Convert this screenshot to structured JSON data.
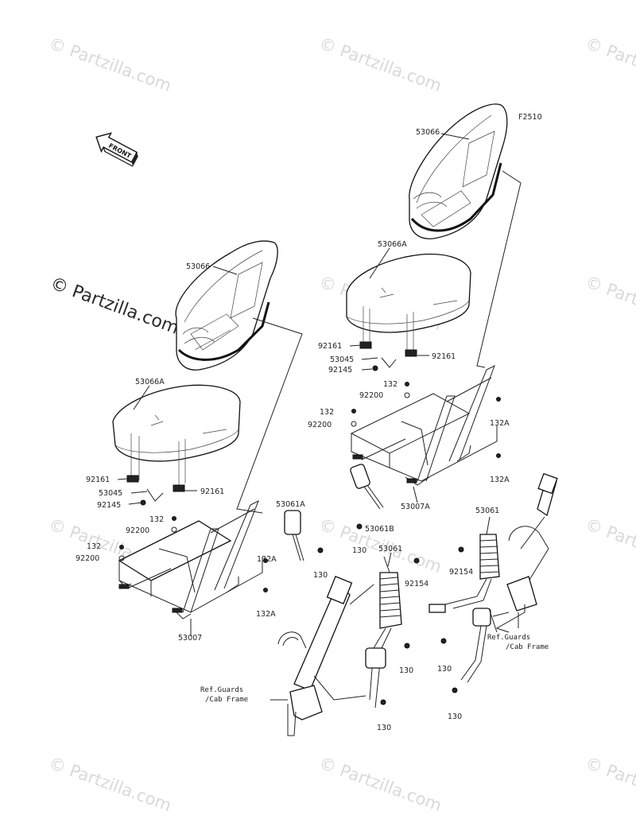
{
  "figure_code": "F2510",
  "front_label": "FRONT",
  "watermark_text": "© Partzilla.com",
  "watermark_small": "© Partzilla.com",
  "callouts": {
    "seatback_left": "53066",
    "seatback_right": "53066",
    "cushion_left": "53066A",
    "cushion_right": "53066A",
    "grommet_left_a": "92161",
    "grommet_left_b": "92161",
    "grommet_right_a": "92161",
    "grommet_right_b": "92161",
    "latch_left": "53045",
    "latch_right": "53045",
    "clip_left": "92145",
    "clip_right": "92145",
    "bolt132_left_a": "132",
    "bolt132_left_b": "132",
    "bolt132_right_a": "132",
    "bolt132_right_b": "132",
    "washer_left_a": "92200",
    "washer_left_b": "92200",
    "washer_right_a": "92200",
    "washer_right_b": "92200",
    "bolt132A_left_a": "132A",
    "bolt132A_left_b": "132A",
    "bolt132A_right_a": "132A",
    "bolt132A_right_b": "132A",
    "frame_left": "53007",
    "frame_right": "53007A",
    "buckle_left": "53061A",
    "buckle_right": "53061B",
    "belt_center": "53061",
    "belt_right": "53061",
    "bolt130_a": "130",
    "bolt130_b": "130",
    "bolt130_c": "130",
    "bolt130_d": "130",
    "bolt130_e": "130",
    "bolt130_f": "130",
    "nut_center": "92154",
    "nut_right": "92154"
  },
  "ref_left": {
    "line1": "Ref.Guards",
    "line2": "/Cab Frame"
  },
  "ref_right": {
    "line1": "Ref.Guards",
    "line2": "/Cab Frame"
  }
}
